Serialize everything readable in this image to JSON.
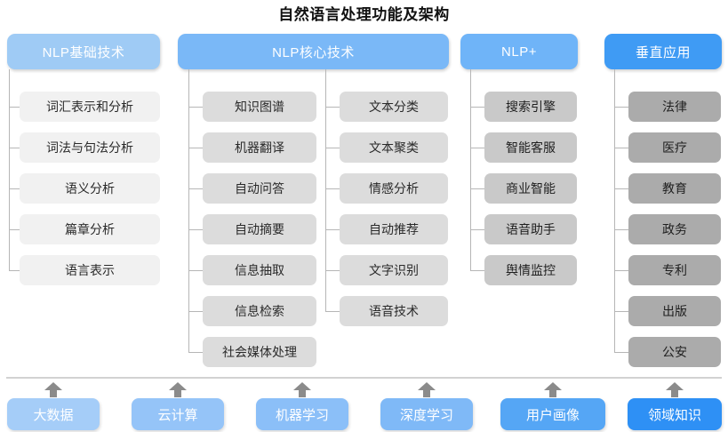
{
  "title": "自然语言处理功能及架构",
  "colors": {
    "header_basic": "#9fcbf5",
    "header_core": "#7ab8f7",
    "header_plus": "#6fb4f8",
    "header_vertical": "#3f9bf4",
    "box_tier1": "#f1f1f1",
    "box_tier2": "#dcdcdc",
    "box_tier3": "#c9c9c9",
    "box_tier4": "#ababab",
    "connector": "#b6b6b6",
    "arrow": "#8b8b8b",
    "separator": "#d2d2d2"
  },
  "columns": [
    {
      "id": "basic",
      "header": "NLP基础技术",
      "header_color": "#9fcbf5",
      "tier": "t1",
      "groups": [
        {
          "items": [
            "词汇表示和分析",
            "词法与句法分析",
            "语义分析",
            "篇章分析",
            "语言表示"
          ]
        }
      ]
    },
    {
      "id": "core",
      "header": "NLP核心技术",
      "header_color": "#7ab8f7",
      "tier": "t2",
      "groups": [
        {
          "items": [
            "知识图谱",
            "机器翻译",
            "自动问答",
            "自动摘要",
            "信息抽取",
            "信息检索",
            "社会媒体处理"
          ]
        },
        {
          "items": [
            "文本分类",
            "文本聚类",
            "情感分析",
            "自动推荐",
            "文字识别",
            "语音技术"
          ]
        }
      ]
    },
    {
      "id": "plus",
      "header": "NLP+",
      "header_color": "#6fb4f8",
      "tier": "t3",
      "groups": [
        {
          "items": [
            "搜索引擎",
            "智能客服",
            "商业智能",
            "语音助手",
            "舆情监控"
          ]
        }
      ]
    },
    {
      "id": "vertical",
      "header": "垂直应用",
      "header_color": "#3f9bf4",
      "tier": "t4",
      "groups": [
        {
          "items": [
            "法律",
            "医疗",
            "教育",
            "政务",
            "专利",
            "出版",
            "公安"
          ]
        }
      ]
    }
  ],
  "foundation": {
    "items": [
      {
        "label": "大数据",
        "color": "#a5cdf8"
      },
      {
        "label": "云计算",
        "color": "#95c4f8"
      },
      {
        "label": "机器学习",
        "color": "#8bbff8"
      },
      {
        "label": "深度学习",
        "color": "#7fb9f7"
      },
      {
        "label": "用户画像",
        "color": "#55a6f5"
      },
      {
        "label": "领域知识",
        "color": "#2e90f5"
      }
    ],
    "arrow_icon": "arrow-up-icon"
  },
  "watermark": ""
}
